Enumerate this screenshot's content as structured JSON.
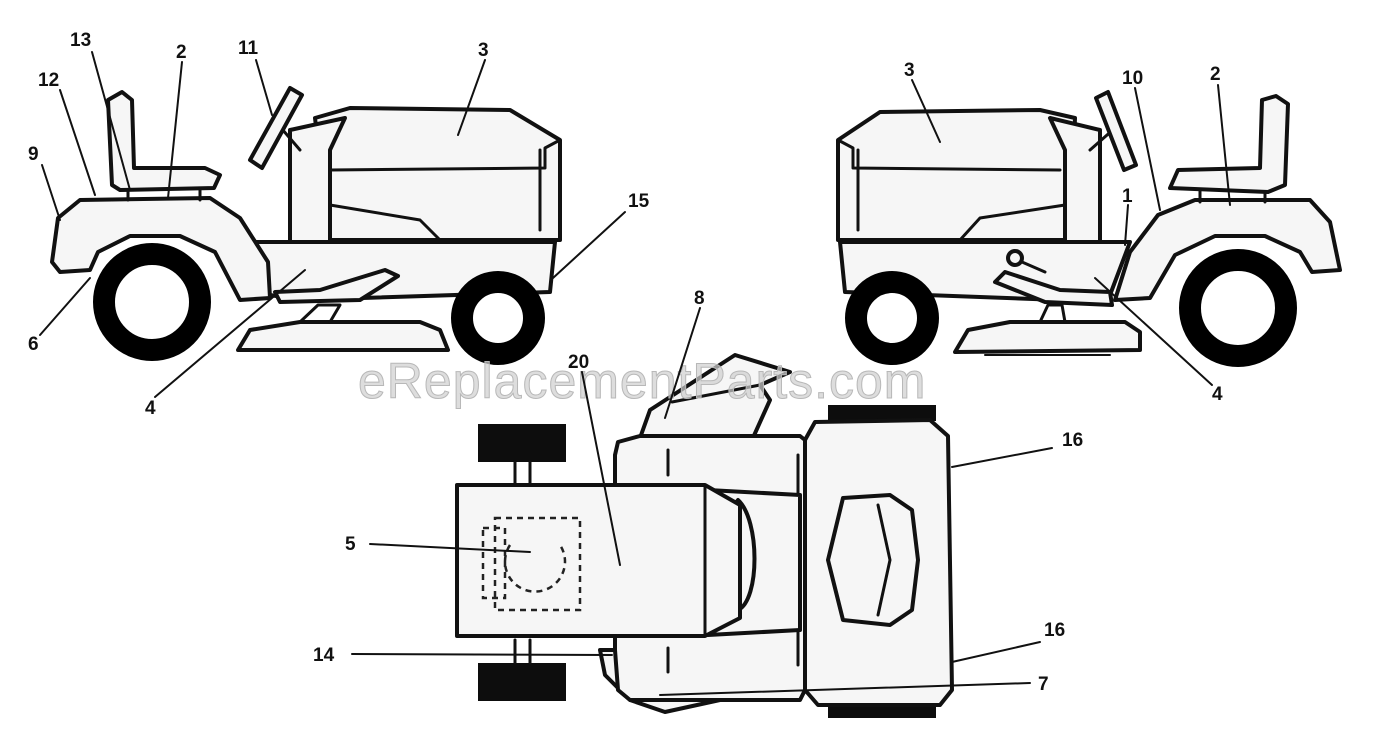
{
  "watermark": "eReplacementParts.com",
  "callouts": {
    "left_view": [
      "13",
      "12",
      "9",
      "2",
      "11",
      "3",
      "15",
      "6",
      "4"
    ],
    "right_view": [
      "3",
      "10",
      "2",
      "1",
      "4"
    ],
    "top_view": [
      "8",
      "20",
      "16",
      "5",
      "14",
      "16",
      "7"
    ]
  }
}
